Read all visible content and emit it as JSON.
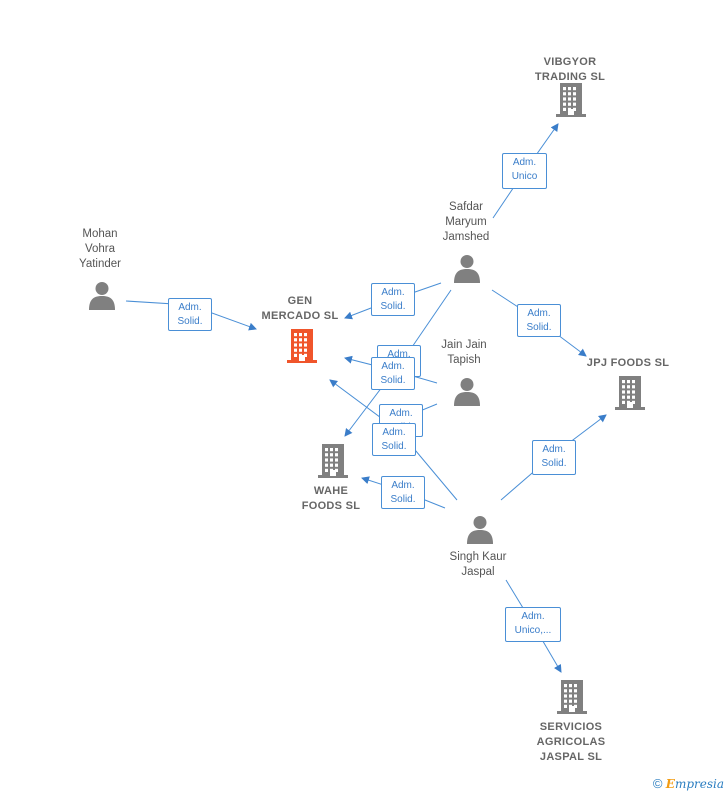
{
  "nodes": {
    "vibgyor": {
      "label": "VIBGYOR\nTRADING  SL",
      "type": "company"
    },
    "safdar": {
      "label": "Safdar\nMaryum\nJamshed",
      "type": "person"
    },
    "mohan": {
      "label": "Mohan\nVohra\nYatinder",
      "type": "person"
    },
    "gen_mercado": {
      "label": "GEN\nMERCADO  SL",
      "type": "company",
      "highlight": true
    },
    "jain": {
      "label": "Jain Jain\nTapish",
      "type": "person"
    },
    "jpj": {
      "label": "JPJ FOODS  SL",
      "type": "company"
    },
    "wahe": {
      "label": "WAHE\nFOODS  SL",
      "type": "company"
    },
    "singh": {
      "label": "Singh Kaur\nJaspal",
      "type": "person"
    },
    "servicios": {
      "label": "SERVICIOS\nAGRICOLAS\nJASPAL  SL",
      "type": "company"
    }
  },
  "edges": [
    {
      "id": "e1",
      "label": "Adm.\nUnico"
    },
    {
      "id": "e2",
      "label": "Adm.\nSolid."
    },
    {
      "id": "e3",
      "label": "Adm.\nSolid."
    },
    {
      "id": "e4",
      "label": "Adm.\nSolid."
    },
    {
      "id": "e5",
      "label": "Adm.\nSolid."
    },
    {
      "id": "e6",
      "label": "Adm.\nSolid."
    },
    {
      "id": "e7",
      "label": "Adm.\nSolid."
    },
    {
      "id": "e8",
      "label": "Adm.\nSolid."
    },
    {
      "id": "e9",
      "label": "Adm.\nSolid."
    },
    {
      "id": "e10",
      "label": "Adm.\nSolid."
    },
    {
      "id": "e11",
      "label": "Adm.\nUnico,..."
    }
  ],
  "colors": {
    "edge": "#4a8fd6",
    "person": "#808080",
    "company": "#808080",
    "highlight": "#f0552b"
  },
  "footer": {
    "copyright": "©",
    "brand_first": "E",
    "brand_rest": "mpresia"
  }
}
